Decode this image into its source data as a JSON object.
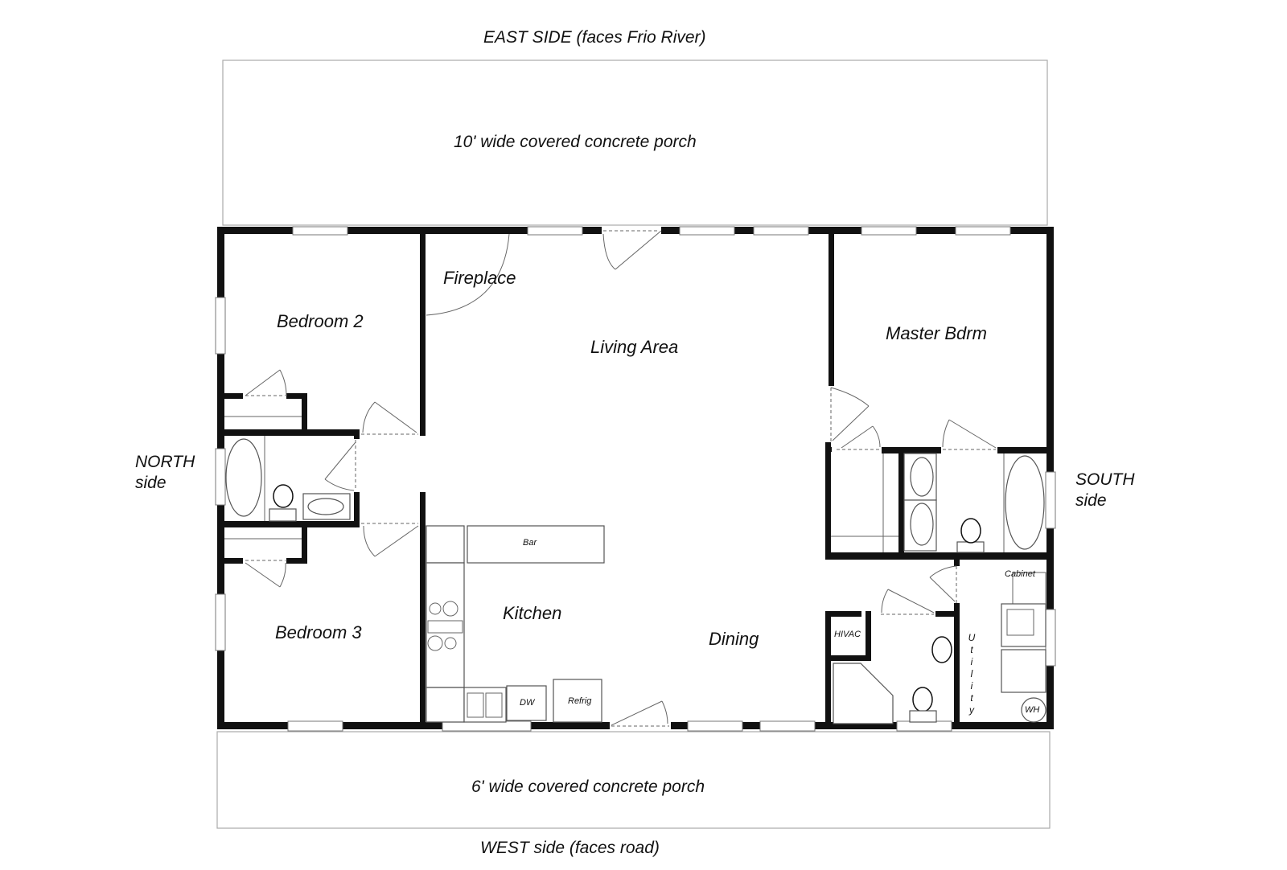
{
  "plan": {
    "orientation": {
      "east": "EAST SIDE (faces Frio River)",
      "west": "WEST side (faces road)",
      "north_line1": "NORTH",
      "north_line2": "side",
      "south_line1": "SOUTH",
      "south_line2": "side"
    },
    "porches": {
      "east": "10' wide covered concrete porch",
      "west": "6' wide covered concrete porch"
    },
    "rooms": {
      "bedroom2": "Bedroom 2",
      "bedroom3": "Bedroom 3",
      "fireplace": "Fireplace",
      "living": "Living Area",
      "master": "Master Bdrm",
      "kitchen": "Kitchen",
      "dining": "Dining",
      "utility": "Utility"
    },
    "fixtures": {
      "bar": "Bar",
      "dw": "DW",
      "refrig": "Refrig",
      "hivac": "HIVAC",
      "cabinet": "Cabinet",
      "wh": "WH"
    },
    "colors": {
      "wall": "#111111",
      "line": "#666666",
      "background": "#ffffff"
    }
  }
}
